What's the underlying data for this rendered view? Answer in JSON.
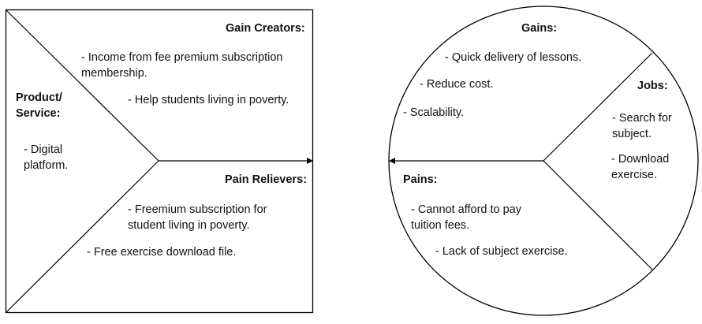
{
  "product_square": {
    "gain_creators": {
      "heading": "Gain Creators:",
      "items": [
        "- Income from fee premium subscription membership.",
        "- Help students living in poverty."
      ]
    },
    "product_service": {
      "heading_line1": "Product/",
      "heading_line2": "Service:",
      "items": [
        "- Digital platform."
      ]
    },
    "pain_relievers": {
      "heading": "Pain Relievers:",
      "items": [
        "- Freemium subscription for student living in poverty.",
        "- Free exercise download file."
      ]
    }
  },
  "customer_circle": {
    "gains": {
      "heading": "Gains:",
      "items": [
        "- Quick delivery of lessons.",
        "- Reduce cost.",
        "- Scalability."
      ]
    },
    "jobs": {
      "heading": "Jobs:",
      "items": [
        "- Search for subject.",
        "- Download exercise."
      ]
    },
    "pains": {
      "heading": "Pains:",
      "items": [
        "- Cannot afford to pay tuition fees.",
        "- Lack of subject exercise."
      ]
    }
  }
}
